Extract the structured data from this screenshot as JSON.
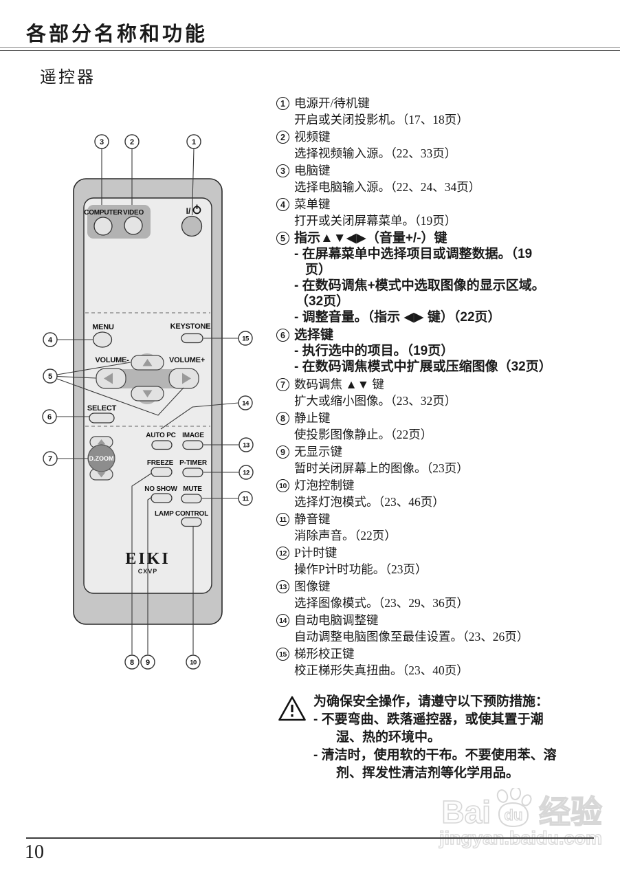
{
  "page": {
    "header_title": "各部分名称和功能",
    "section_title": "遥控器",
    "page_number": "10"
  },
  "remote": {
    "brand": "EIKI",
    "model": "CXVP",
    "buttons": {
      "computer": "COMPUTER",
      "video": "VIDEO",
      "power_prefix": "I/",
      "menu": "MENU",
      "keystone": "KEYSTONE",
      "volume_minus": "VOLUME-",
      "volume_plus": "VOLUME+",
      "select": "SELECT",
      "auto_pc": "AUTO PC",
      "image": "IMAGE",
      "dzoom": "D.ZOOM",
      "freeze": "FREEZE",
      "p_timer": "P-TIMER",
      "no_show": "NO SHOW",
      "mute": "MUTE",
      "lamp_control": "LAMP CONTROL"
    }
  },
  "callouts": [
    "1",
    "2",
    "3",
    "4",
    "5",
    "6",
    "7",
    "8",
    "9",
    "10",
    "11",
    "12",
    "13",
    "14",
    "15"
  ],
  "items": [
    {
      "num": "1",
      "title": "电源开/待机键",
      "desc": "开启或关闭投影机。（17、18页）"
    },
    {
      "num": "2",
      "title": "视频键",
      "desc": "选择视频输入源。（22、33页）"
    },
    {
      "num": "3",
      "title": "电脑键",
      "desc": "选择电脑输入源。（22、24、34页）"
    },
    {
      "num": "4",
      "title": "菜单键",
      "desc": "打开或关闭屏幕菜单。（19页）"
    },
    {
      "num": "5",
      "title": "指示▲▼◀▶（音量+/-）键",
      "bullets": [
        "- 在屏幕菜单中选择项目或调整数据。（19",
        "页）",
        "- 在数码调焦+模式中选取图像的显示区域。",
        "（32页）",
        "- 调整音量。（指示 ◀▶ 键）（22页）"
      ]
    },
    {
      "num": "6",
      "title": "选择键",
      "bullets": [
        "- 执行选中的项目。（19页）",
        "- 在数码调焦模式中扩展或压缩图像（32页）"
      ]
    },
    {
      "num": "7",
      "title": "数码调焦 ▲▼ 键",
      "desc": "扩大或缩小图像。（23、32页）"
    },
    {
      "num": "8",
      "title": "静止键",
      "desc": "使投影图像静止。（22页）"
    },
    {
      "num": "9",
      "title": "无显示键",
      "desc": "暂时关闭屏幕上的图像。（23页）"
    },
    {
      "num": "10",
      "title": "灯泡控制键",
      "desc": "选择灯泡模式。（23、46页）"
    },
    {
      "num": "11",
      "title": "静音键",
      "desc": "消除声音。（22页）"
    },
    {
      "num": "12",
      "title": "P计时键",
      "desc": "操作P计时功能。（23页）"
    },
    {
      "num": "13",
      "title": "图像键",
      "desc": "选择图像模式。（23、29、36页）"
    },
    {
      "num": "14",
      "title": "自动电脑调整键",
      "desc": "自动调整电脑图像至最佳设置。（23、26页）"
    },
    {
      "num": "15",
      "title": "梯形校正键",
      "desc": "校正梯形失真扭曲。（23、40页）"
    }
  ],
  "warning": {
    "title": "为确保安全操作，请遵守以下预防措施：",
    "lines": [
      "- 不要弯曲、跌落遥控器，或使其置于潮",
      "湿、热的环境中。",
      "- 清洁时，使用软的干布。不要使用苯、溶",
      "剂、挥发性清洁剂等化学用品。"
    ]
  },
  "watermark": {
    "text_latin": "Bai",
    "text_du": "du",
    "text_cn": "经验",
    "url": "jingyan.baidu.com"
  }
}
